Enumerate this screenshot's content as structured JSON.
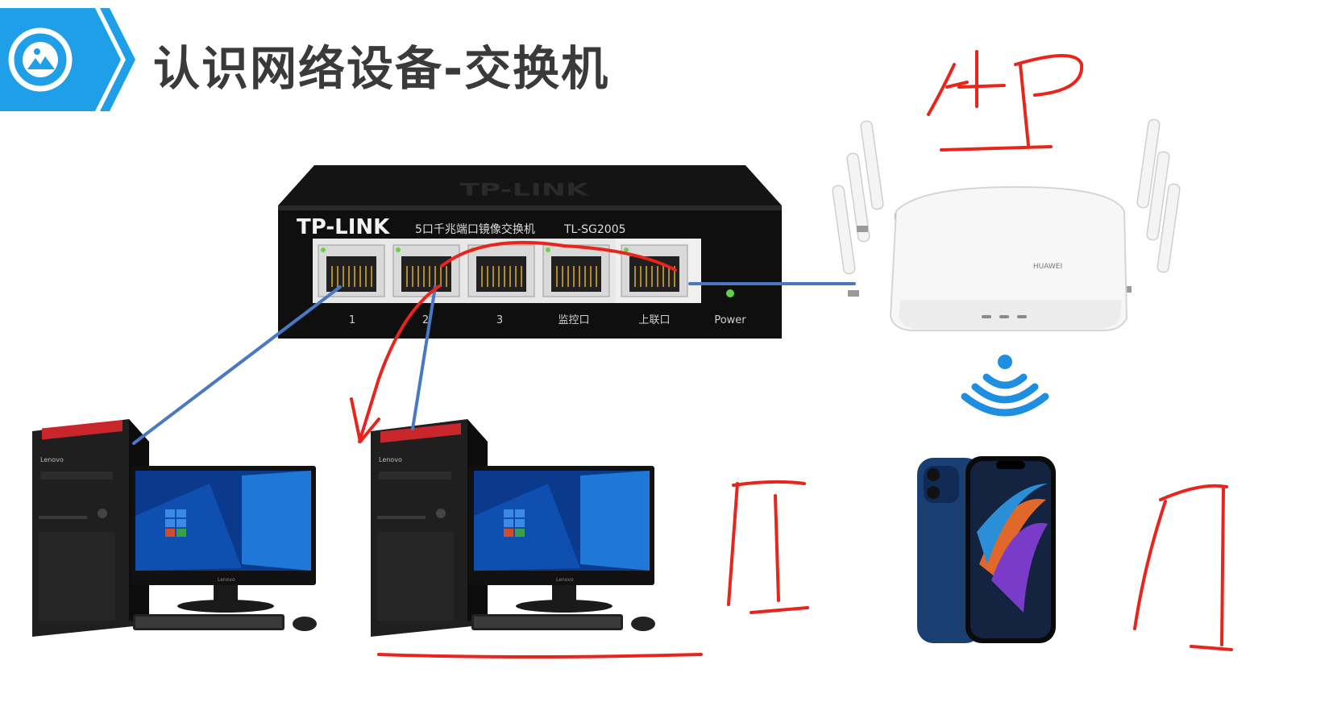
{
  "header": {
    "title": "认识网络设备-交换机",
    "icon": "image-icon",
    "accent_color": "#1e9fe8"
  },
  "switch": {
    "brand": "TP-LINK",
    "description": "5口千兆端口镜像交换机",
    "model": "TL-SG2005",
    "top_brand": "TP-LINK",
    "ports": [
      "1",
      "2",
      "3",
      "监控口",
      "上联口"
    ],
    "power_label": "Power"
  },
  "access_point": {
    "brand": "HUAWEI"
  },
  "devices": {
    "pc_brand": "Lenovo",
    "monitor_brand": "Lenovo"
  },
  "annotation_color": "#e8241c",
  "cable_color": "#4a78c2"
}
